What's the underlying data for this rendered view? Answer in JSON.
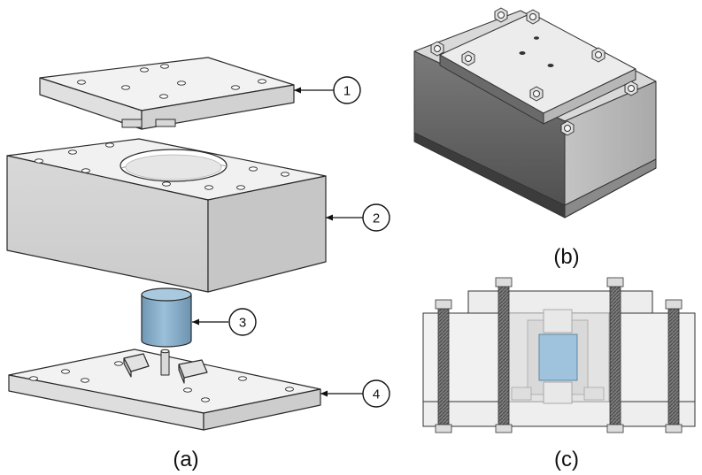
{
  "callouts": [
    "1",
    "2",
    "3",
    "4"
  ],
  "panels": [
    "(a)",
    "(b)",
    "(c)"
  ],
  "colors": {
    "plate_top": "#f2f2f2",
    "plate_side": "#dcdcdc",
    "plate_front": "#cfcfcf",
    "plate_edge": "#2a2a2a",
    "cylinder": "#8fb4cf",
    "cylinder_dark": "#6f97b4",
    "bolt_rod": "#7a7a7a"
  }
}
